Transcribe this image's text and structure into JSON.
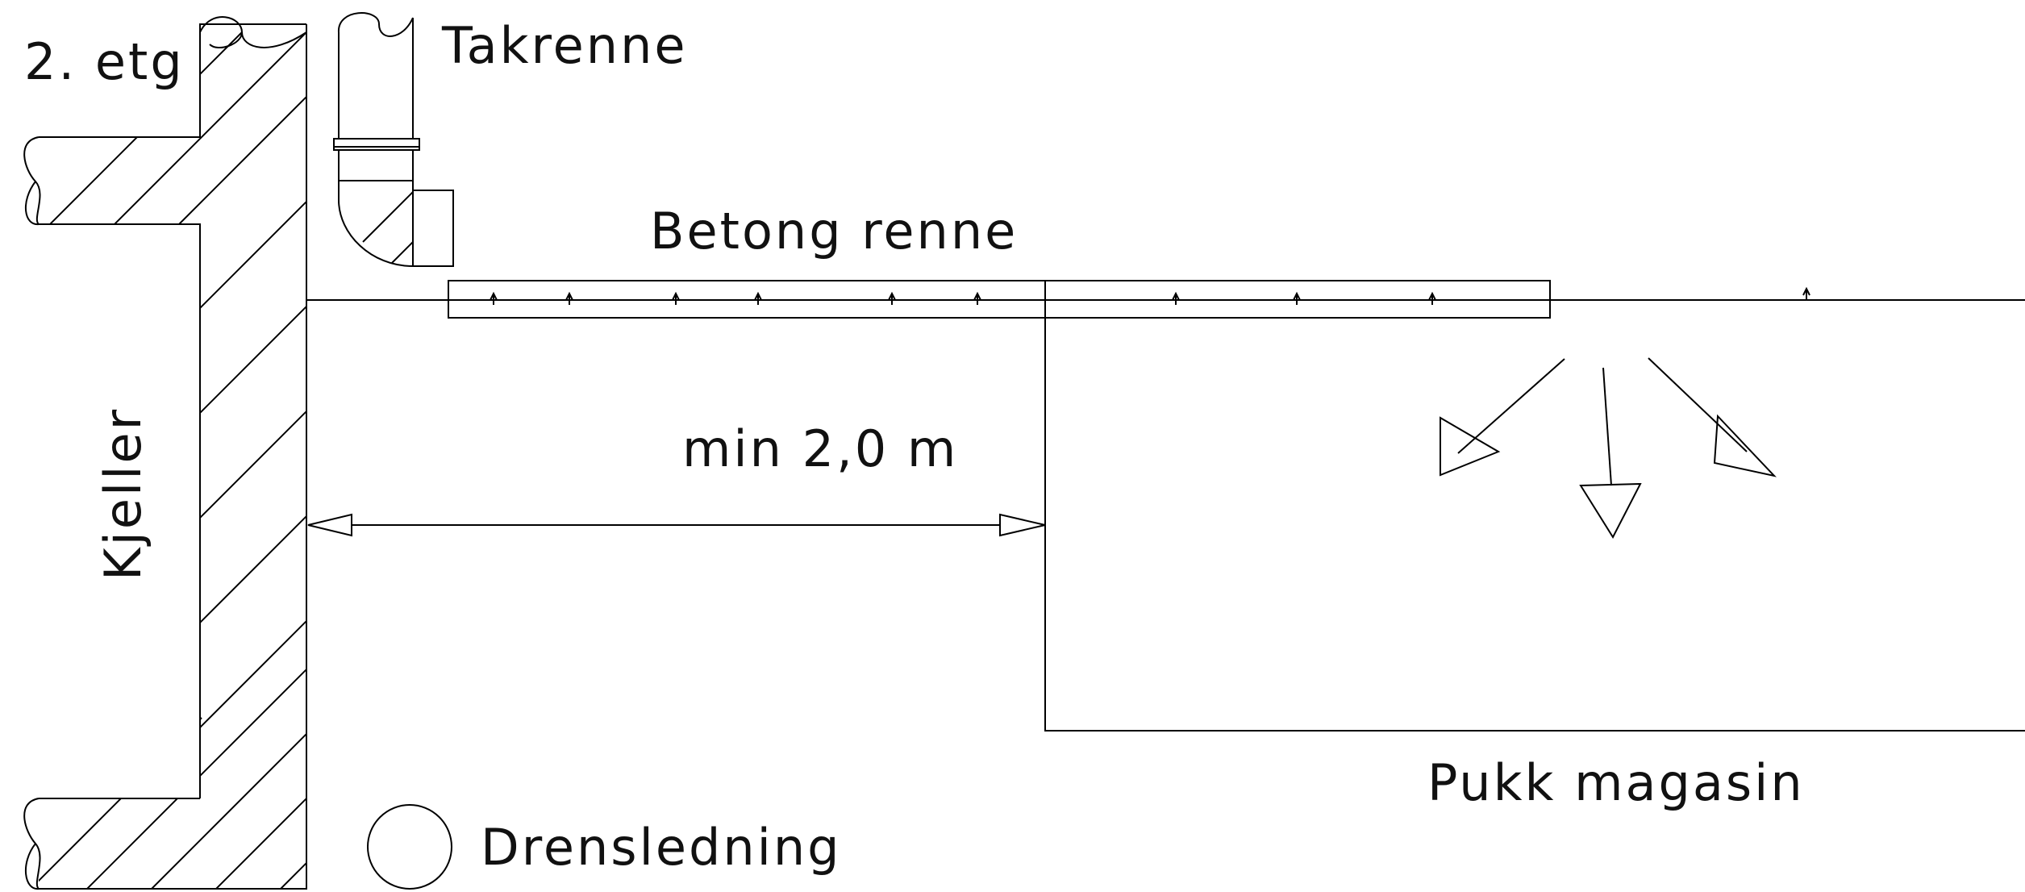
{
  "labels": {
    "floor": "2. etg",
    "downpipe": "Takrenne",
    "channel": "Betong renne",
    "distance": "min 2,0 m",
    "basement": "Kjeller",
    "storage": "Pukk magasin",
    "drain": "Drensledning"
  }
}
